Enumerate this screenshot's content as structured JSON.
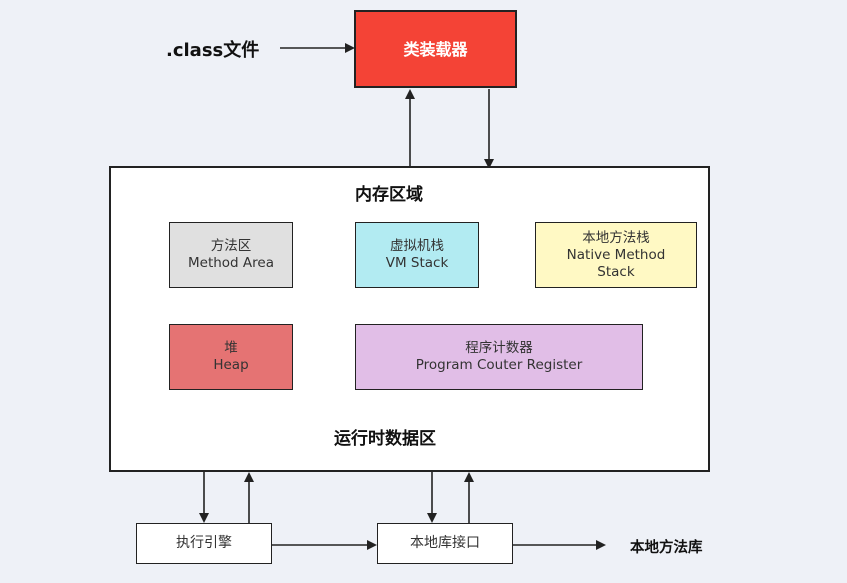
{
  "class_file_label": ".class文件",
  "class_loader": {
    "label": "类装载器",
    "color": "#f44336"
  },
  "memory_area": {
    "title": "内存区域",
    "footer": "运行时数据区",
    "regions": {
      "method_area": {
        "line1": "方法区",
        "line2": "Method Area",
        "color": "#e0e0e0"
      },
      "vm_stack": {
        "line1": "虚拟机栈",
        "line2": "VM Stack",
        "color": "#b2ebf2"
      },
      "native_method_stack": {
        "line1": "本地方法栈",
        "line2": "Native Method",
        "line3": "Stack",
        "color": "#fff9c4"
      },
      "heap": {
        "line1": "堆",
        "line2": "Heap",
        "color": "#e57373"
      },
      "program_counter": {
        "line1": "程序计数器",
        "line2": "Program Couter Register",
        "color": "#e1bee7"
      }
    }
  },
  "execution_engine": {
    "label": "执行引擎"
  },
  "native_interface": {
    "label": "本地库接口"
  },
  "native_library_label": "本地方法库",
  "icons": {
    "arrow": "arrow-head"
  }
}
